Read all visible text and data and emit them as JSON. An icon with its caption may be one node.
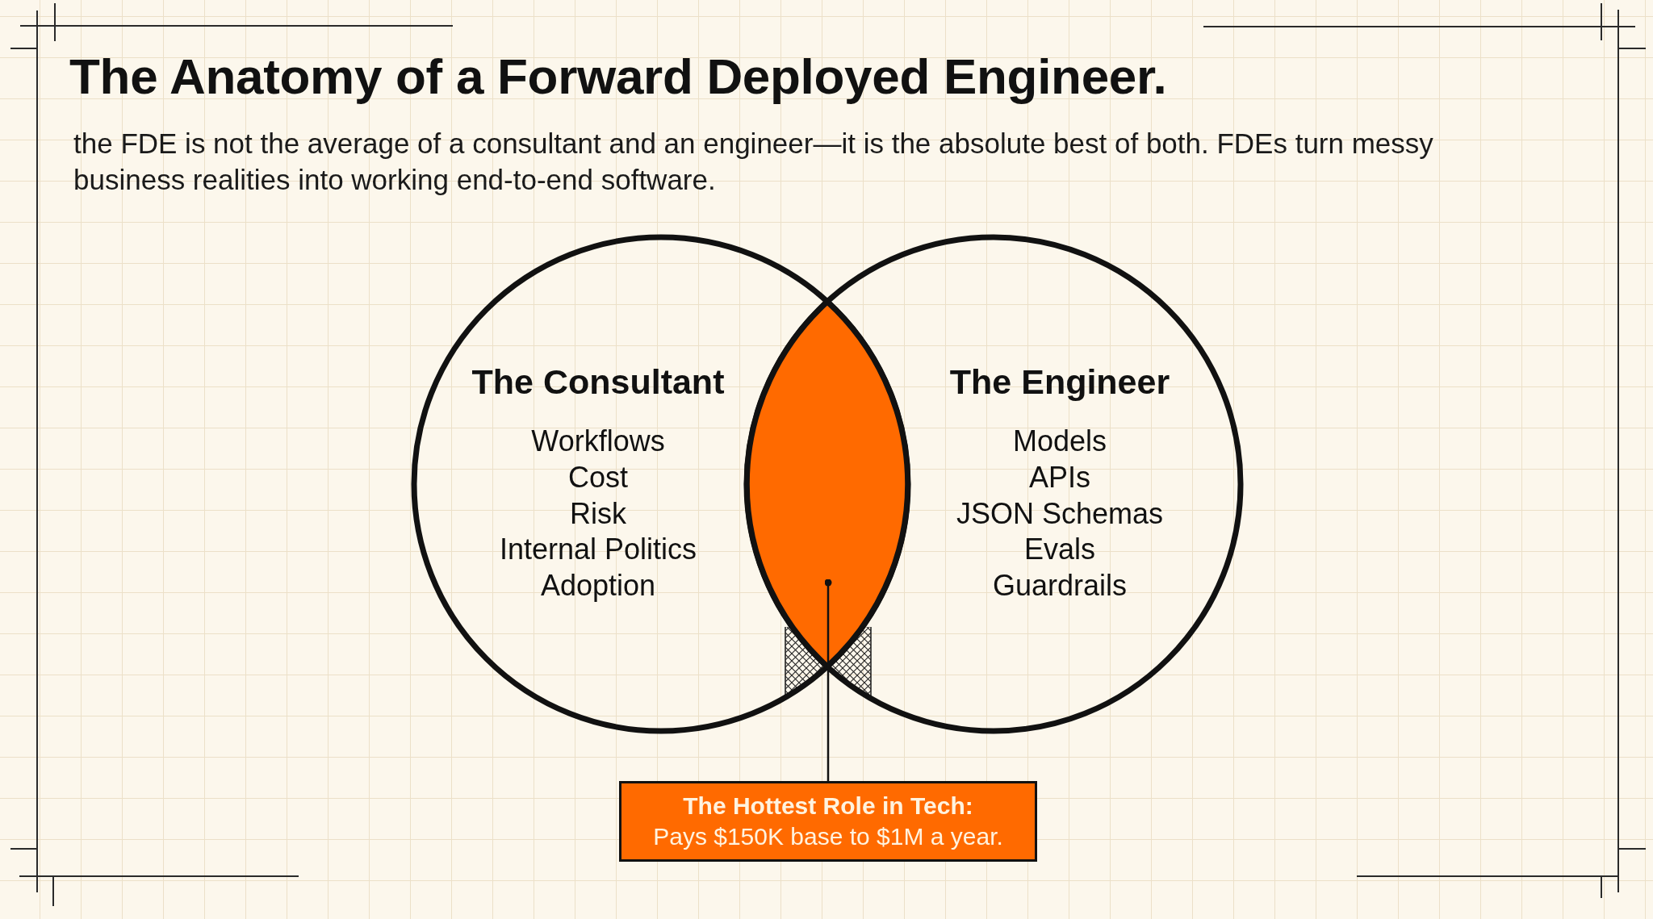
{
  "diagram": {
    "title": "The Anatomy of a Forward Deployed Engineer.",
    "nodes": [
      {
        "text": [
          "The Consultant",
          "Workflows",
          "Cost",
          "Risk",
          "Internal Politics",
          "Adoption"
        ]
      },
      {
        "text": [
          "The Engineer",
          "Models",
          "APIs",
          "JSON Schemas",
          "Evals",
          "Guardrails"
        ]
      },
      {
        "text": [],
        "shape": "lens"
      },
      {
        "text": [
          "The Hottest Role in Tech:",
          "Pays $150K base to $1M a year."
        ]
      }
    ],
    "edges": [
      {
        "from": 3,
        "to": 2,
        "arrow": "other"
      }
    ],
    "labels": [
      "the FDE is not the average of a consultant and an engineer—it is the absolute best of both. FDEs turn messy business realities into working end-to-end software."
    ]
  }
}
